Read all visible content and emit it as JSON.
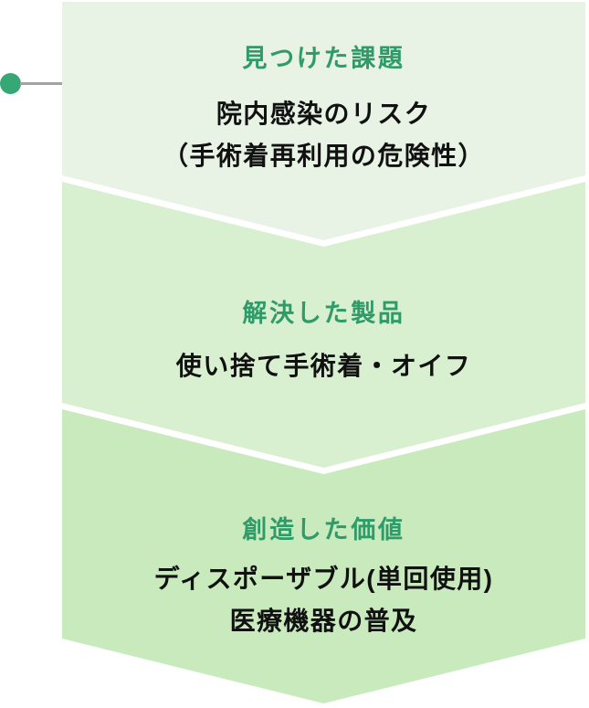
{
  "diagram": {
    "kind": "value-creation-flow",
    "background": "#ffffff",
    "connector": {
      "dot_color": "#36a876",
      "line_color": "#a3a3a3"
    },
    "title_color": "#2e9b68",
    "body_color": "#111111",
    "steps": [
      {
        "title": "見つけた課題",
        "body_lines": [
          "院内感染のリスク",
          "（手術着再利用の危険性）"
        ],
        "fill": "#e8f3e6"
      },
      {
        "title": "解決した製品",
        "body_lines": [
          "使い捨て手術着・オイフ"
        ],
        "fill": "#d8efd0"
      },
      {
        "title": "創造した価値",
        "body_lines": [
          "ディスポーザブル(単回使用)",
          "医療機器の普及"
        ],
        "fill": "#c8eabd"
      }
    ]
  }
}
